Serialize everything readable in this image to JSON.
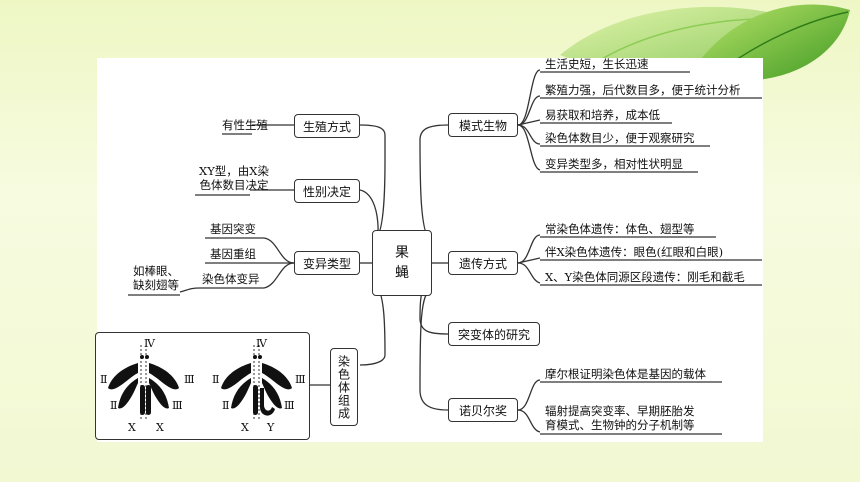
{
  "center": {
    "line1": "果",
    "line2": "蝇"
  },
  "left": {
    "reproduction": {
      "label": "生殖方式",
      "detail": "有性生殖"
    },
    "sex_determination": {
      "label": "性别决定",
      "detail_line1": "XY型，由X染",
      "detail_line2": "色体数目决定"
    },
    "variation": {
      "label": "变异类型",
      "items": [
        "基因突变",
        "基因重组",
        "染色体变异"
      ],
      "example_line1": "如棒眼、",
      "example_line2": "缺刻翅等"
    },
    "chromosome": {
      "label": "染色体组成",
      "roman_labels": [
        "Ⅳ",
        "Ⅱ",
        "Ⅲ",
        "Ⅱ",
        "Ⅲ"
      ],
      "female_sex": [
        "X",
        "X"
      ],
      "male_sex": [
        "X",
        "Y"
      ]
    }
  },
  "right": {
    "model_organism": {
      "label": "模式生物",
      "items": [
        "生活史短，生长迅速",
        "繁殖力强，后代数目多，便于统计分析",
        "易获取和培养，成本低",
        "染色体数目少，便于观察研究",
        "变异类型多，相对性状明显"
      ]
    },
    "inheritance": {
      "label": "遗传方式",
      "items": [
        "常染色体遗传：体色、翅型等",
        "伴X染色体遗传：眼色(红眼和白眼)",
        "X、Y染色体同源区段遗传：刚毛和截毛"
      ]
    },
    "mutant_research": {
      "label": "突变体的研究"
    },
    "nobel": {
      "label": "诺贝尔奖",
      "items": [
        "摩尔根证明染色体是基因的载体"
      ],
      "item2_line1": "辐射提高突变率、早期胚胎发",
      "item2_line2": "育模式、生物钟的分子机制等"
    }
  }
}
